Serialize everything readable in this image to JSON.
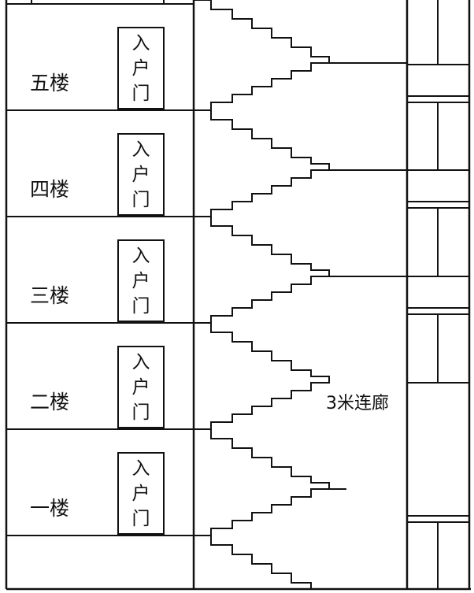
{
  "floors": [
    {
      "label": "五楼",
      "door_chars": [
        "入",
        "户",
        "门"
      ]
    },
    {
      "label": "四楼",
      "door_chars": [
        "入",
        "户",
        "门"
      ]
    },
    {
      "label": "三楼",
      "door_chars": [
        "入",
        "户",
        "门"
      ]
    },
    {
      "label": "二楼",
      "door_chars": [
        "入",
        "户",
        "门"
      ]
    },
    {
      "label": "一楼",
      "door_chars": [
        "入",
        "户",
        "门"
      ]
    }
  ],
  "corridor_label": "3米连廊"
}
